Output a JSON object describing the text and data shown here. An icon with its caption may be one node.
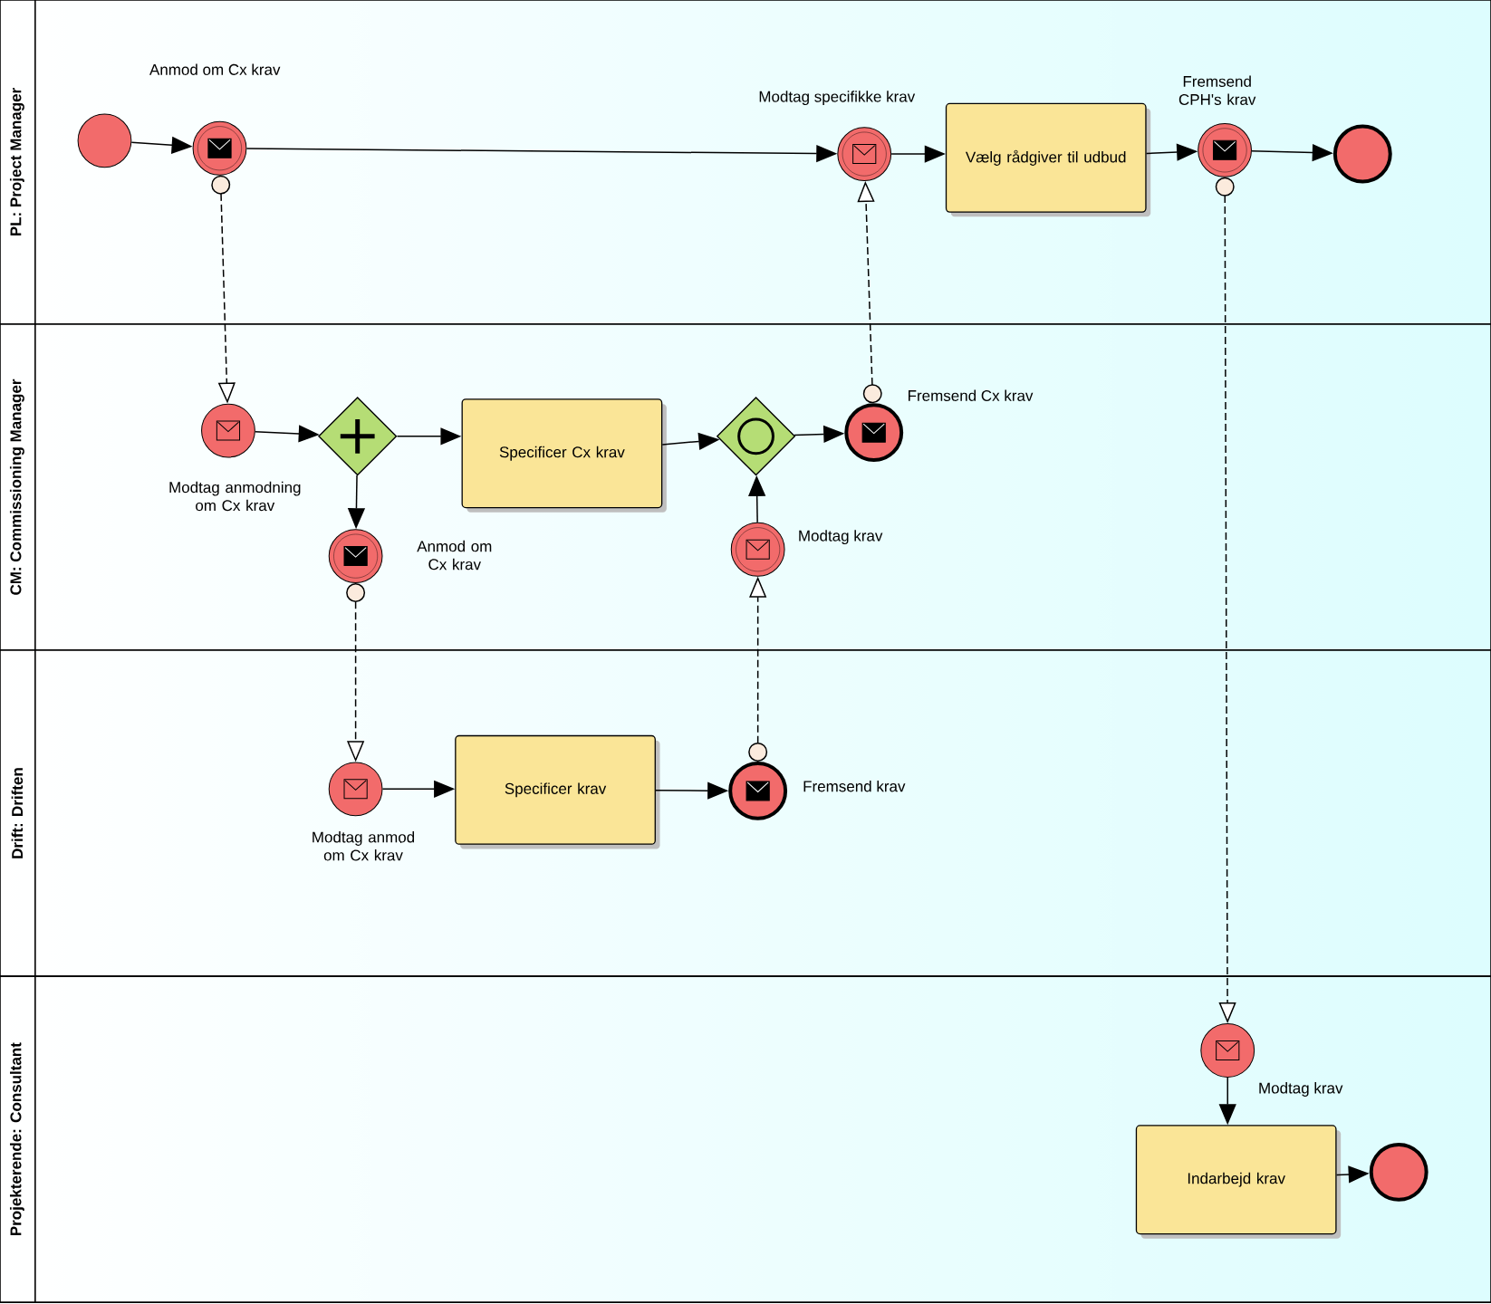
{
  "diagram": {
    "nodes": [
      {
        "text": [
          "PL: Project Manager"
        ]
      },
      {
        "text": [
          "CM: Commissioning Manager"
        ]
      },
      {
        "text": [
          "Drift: Driften"
        ]
      },
      {
        "text": [
          "Projekterende: Consultant"
        ]
      },
      {
        "text": [],
        "shape": "circle",
        "in": 0
      },
      {
        "text": [],
        "shape": "circle",
        "in": 0,
        "beside": [
          "Anmod om Cx krav"
        ]
      },
      {
        "text": [],
        "shape": "circle",
        "in": 0,
        "beside": [
          "Modtag specifikke krav"
        ]
      },
      {
        "text": [
          "Vælg rådgiver til udbud"
        ],
        "in": 0
      },
      {
        "text": [],
        "shape": "circle",
        "in": 0,
        "beside": [
          "Fremsend CPH's krav"
        ]
      },
      {
        "text": [],
        "shape": "circle",
        "in": 0
      },
      {
        "text": [],
        "shape": "circle",
        "in": 1,
        "beside": [
          "Modtag anmodning om Cx krav"
        ]
      },
      {
        "text": [],
        "shape": "diamond",
        "in": 1
      },
      {
        "text": [
          "Specificer Cx krav"
        ],
        "in": 1
      },
      {
        "text": [],
        "shape": "diamond",
        "in": 1
      },
      {
        "text": [],
        "shape": "circle",
        "in": 1,
        "beside": [
          "Fremsend Cx krav"
        ]
      },
      {
        "text": [],
        "shape": "circle",
        "in": 1,
        "beside": [
          "Anmod om Cx krav"
        ]
      },
      {
        "text": [],
        "shape": "circle",
        "in": 1,
        "beside": [
          "Modtag krav"
        ]
      },
      {
        "text": [],
        "shape": "circle",
        "in": 2,
        "beside": [
          "Modtag anmod om Cx krav"
        ]
      },
      {
        "text": [
          "Specificer krav"
        ],
        "in": 2
      },
      {
        "text": [],
        "shape": "circle",
        "in": 2,
        "beside": [
          "Fremsend krav"
        ]
      },
      {
        "text": [],
        "shape": "circle",
        "in": 3,
        "beside": [
          "Modtag krav"
        ]
      },
      {
        "text": [
          "Indarbejd krav"
        ],
        "in": 3
      },
      {
        "text": [],
        "shape": "circle",
        "in": 3
      }
    ],
    "edges": [
      {
        "from": 4,
        "to": 5,
        "arrow": "to"
      },
      {
        "from": 5,
        "to": 6,
        "arrow": "to"
      },
      {
        "from": 6,
        "to": 7,
        "arrow": "to"
      },
      {
        "from": 7,
        "to": 8,
        "arrow": "to"
      },
      {
        "from": 8,
        "to": 9,
        "arrow": "to"
      },
      {
        "from": 10,
        "to": 11,
        "arrow": "to"
      },
      {
        "from": 11,
        "to": 12,
        "arrow": "to"
      },
      {
        "from": 12,
        "to": 13,
        "arrow": "to"
      },
      {
        "from": 13,
        "to": 14,
        "arrow": "to"
      },
      {
        "from": 11,
        "to": 15,
        "arrow": "to"
      },
      {
        "from": 16,
        "to": 13,
        "arrow": "to"
      },
      {
        "from": 17,
        "to": 18,
        "arrow": "to"
      },
      {
        "from": 18,
        "to": 19,
        "arrow": "to"
      },
      {
        "from": 20,
        "to": 21,
        "arrow": "to"
      },
      {
        "from": 21,
        "to": 22,
        "arrow": "to"
      },
      {
        "from": 5,
        "to": 10,
        "arrow": "to",
        "style": "dashed"
      },
      {
        "from": 15,
        "to": 17,
        "arrow": "to",
        "style": "dashed"
      },
      {
        "from": 19,
        "to": 16,
        "arrow": "to",
        "style": "dashed"
      },
      {
        "from": 14,
        "to": 6,
        "arrow": "to",
        "style": "dashed"
      },
      {
        "from": 8,
        "to": 20,
        "arrow": "to",
        "style": "dashed"
      }
    ]
  }
}
